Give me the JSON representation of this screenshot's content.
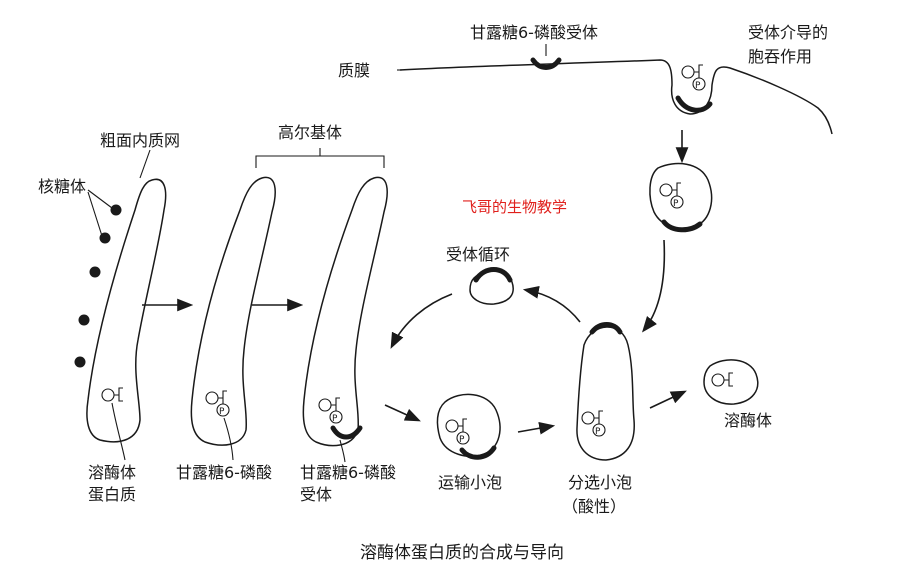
{
  "labels": {
    "rough_er": "粗面内质网",
    "ribosome": "核糖体",
    "golgi": "高尔基体",
    "m6p_receptor_top": "甘露糖6-磷酸受体",
    "plasma_membrane": "质膜",
    "receptor_endocytosis_1": "受体介导的",
    "receptor_endocytosis_2": "胞吞作用",
    "receptor_recycling": "受体循环",
    "lysosome": "溶酶体",
    "enzyme_protein_1": "溶酶体",
    "enzyme_protein_2": "蛋白质",
    "m6p": "甘露糖6-磷酸",
    "m6p_receptor_1": "甘露糖6-磷酸",
    "m6p_receptor_2": "受体",
    "transport_vesicle": "运输小泡",
    "sorting_vesicle_1": "分选小泡",
    "sorting_vesicle_2": "（酸性）",
    "phosphate_symbol": "P"
  },
  "watermark": "飞哥的生物教学",
  "caption": "溶酶体蛋白质的合成与导向",
  "colors": {
    "ink": "#1a1a1a",
    "watermark": "#e0201c"
  }
}
